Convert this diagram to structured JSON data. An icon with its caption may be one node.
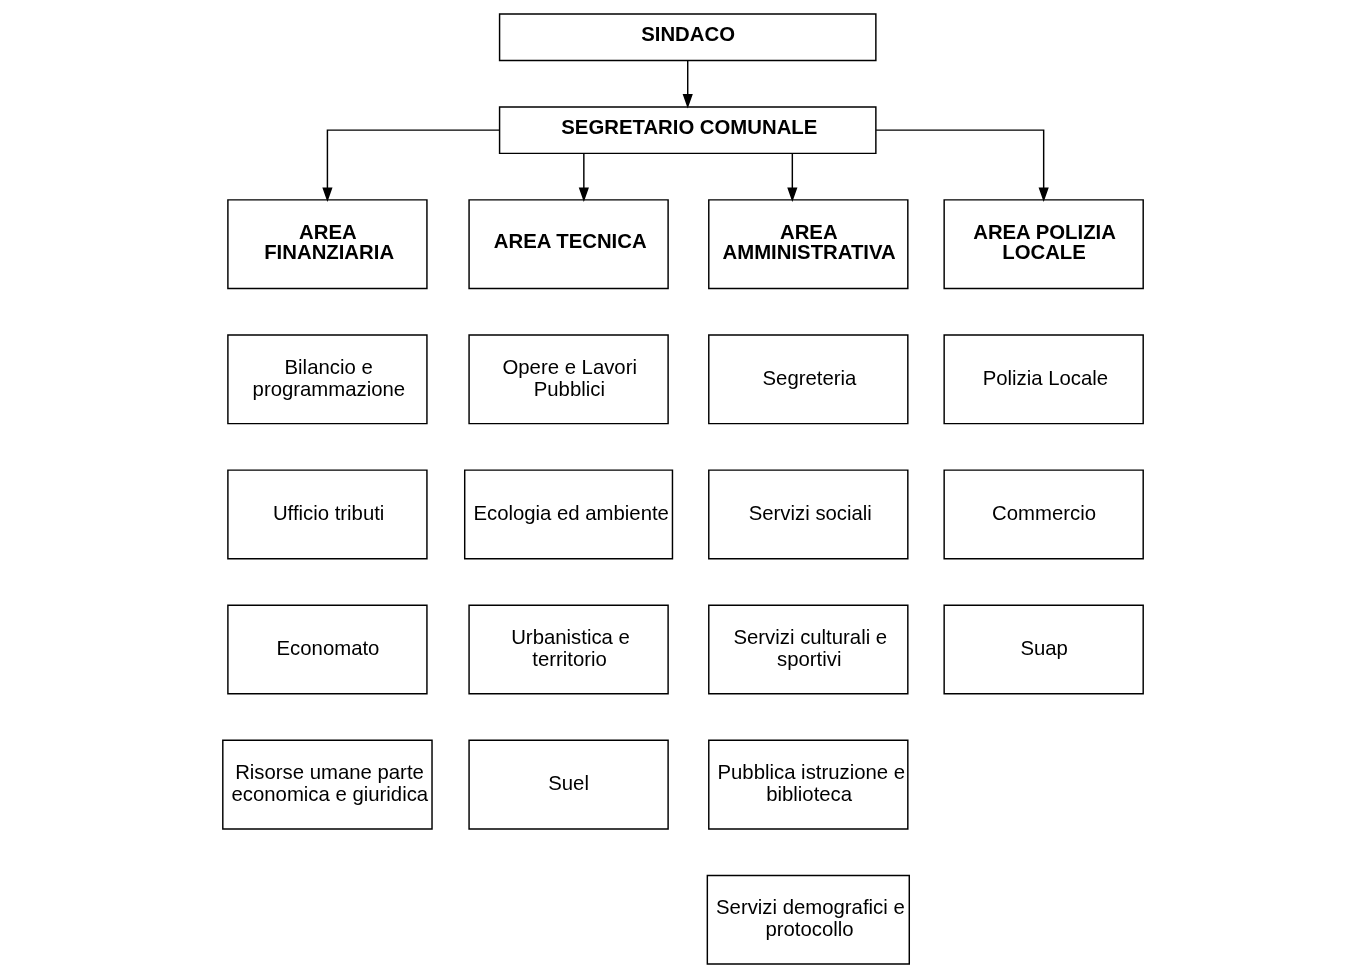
{
  "diagram": {
    "nodes": [
      {
        "text": [
          "SINDACO"
        ]
      },
      {
        "text": [
          "SEGRETARIO COMUNALE"
        ]
      },
      {
        "text": [
          "AREA FINANZIARIA"
        ]
      },
      {
        "text": [
          "AREA TECNICA"
        ]
      },
      {
        "text": [
          "AREA AMMINISTRATIVA"
        ]
      },
      {
        "text": [
          "AREA POLIZIA LOCALE"
        ]
      },
      {
        "text": [
          "Bilancio e programmazione"
        ]
      },
      {
        "text": [
          "Ufficio tributi"
        ]
      },
      {
        "text": [
          "Economato"
        ]
      },
      {
        "text": [
          "Risorse umane parte economica e giuridica"
        ]
      },
      {
        "text": [
          "Opere e Lavori Pubblici"
        ]
      },
      {
        "text": [
          "Ecologia ed ambiente"
        ]
      },
      {
        "text": [
          "Urbanistica e territorio"
        ]
      },
      {
        "text": [
          "Suel"
        ]
      },
      {
        "text": [
          "Segreteria"
        ]
      },
      {
        "text": [
          "Servizi sociali"
        ]
      },
      {
        "text": [
          "Servizi culturali e sportivi"
        ]
      },
      {
        "text": [
          "Pubblica istruzione e biblioteca"
        ]
      },
      {
        "text": [
          "Servizi demografici e protocollo"
        ]
      },
      {
        "text": [
          "Polizia Locale"
        ]
      },
      {
        "text": [
          "Commercio"
        ]
      },
      {
        "text": [
          "Suap"
        ]
      }
    ],
    "edges": [
      {
        "from": 0,
        "to": 1,
        "arrow": "to"
      },
      {
        "from": 1,
        "to": 2,
        "arrow": "to"
      },
      {
        "from": 1,
        "to": 3,
        "arrow": "to"
      },
      {
        "from": 1,
        "to": 4,
        "arrow": "to"
      },
      {
        "from": 1,
        "to": 5,
        "arrow": "to"
      }
    ]
  }
}
